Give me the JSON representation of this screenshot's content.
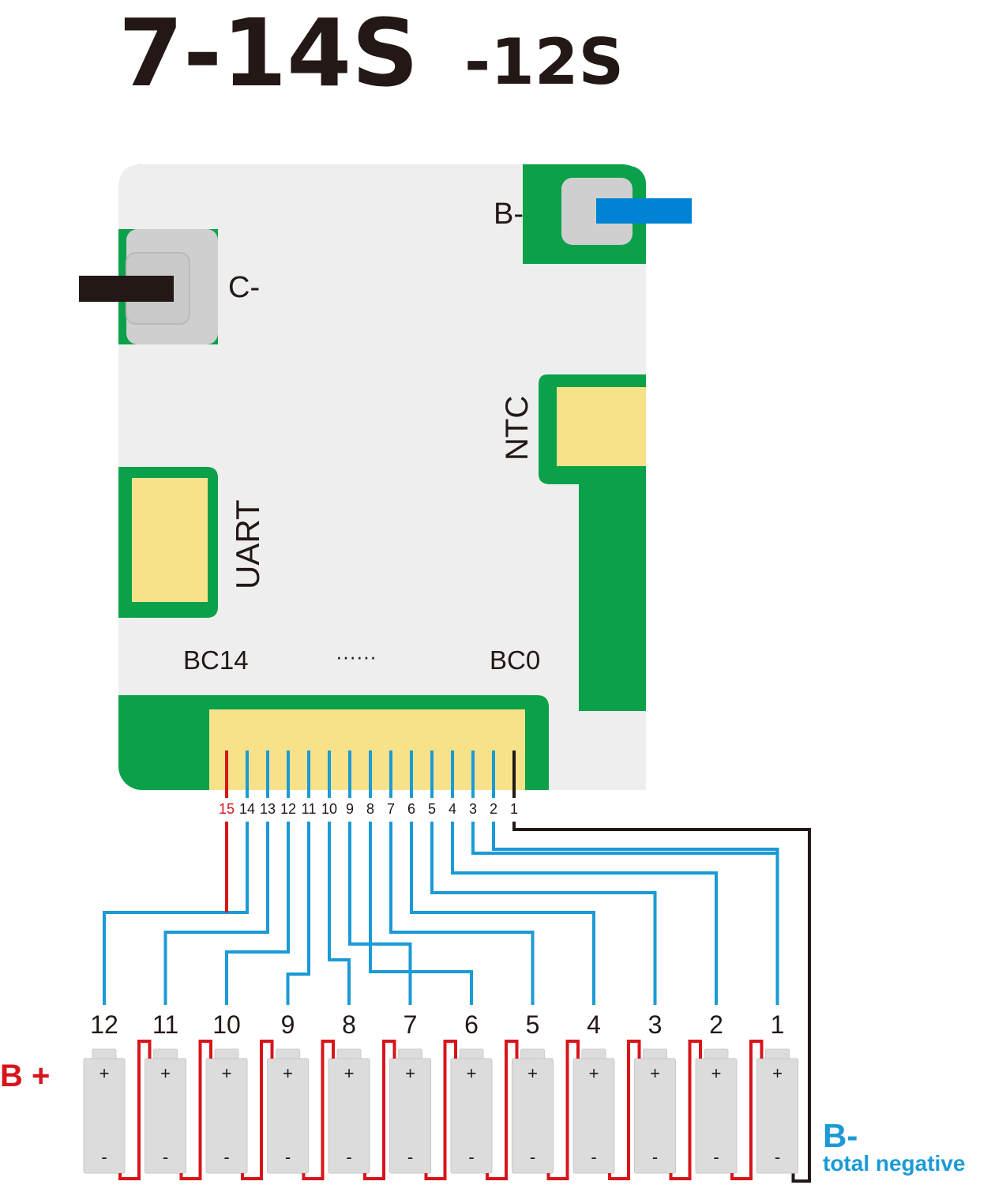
{
  "title": {
    "main": "7-14S",
    "suffix": "-12S"
  },
  "board": {
    "c_minus_label": "C-",
    "b_minus_label": "B-",
    "ntc_label": "NTC",
    "uart_label": "UART",
    "bc_left_label": "BC14",
    "bc_dots_label": "······",
    "bc_right_label": "BC0"
  },
  "pins": [
    "15",
    "14",
    "13",
    "12",
    "11",
    "10",
    "9",
    "8",
    "7",
    "6",
    "5",
    "4",
    "3",
    "2",
    "1"
  ],
  "cells": [
    "12",
    "11",
    "10",
    "9",
    "8",
    "7",
    "6",
    "5",
    "4",
    "3",
    "2",
    "1"
  ],
  "cell_plus": "+",
  "cell_minus": "-",
  "b_plus_label": "B +",
  "b_minus_total": {
    "label": "B-",
    "caption": "total negative"
  },
  "colors": {
    "pcb_green": "#0aa14a",
    "pcb_white": "#eeeeee",
    "pad_gray": "#cfcfcf",
    "connector_yellow": "#f7e28a",
    "wire_blue": "#1b9ad6",
    "wire_red": "#d7151b",
    "wire_black": "#231815",
    "cable_blue": "#0083d4",
    "accent_red": "#d7151b",
    "accent_blue": "#1b9ad6"
  }
}
